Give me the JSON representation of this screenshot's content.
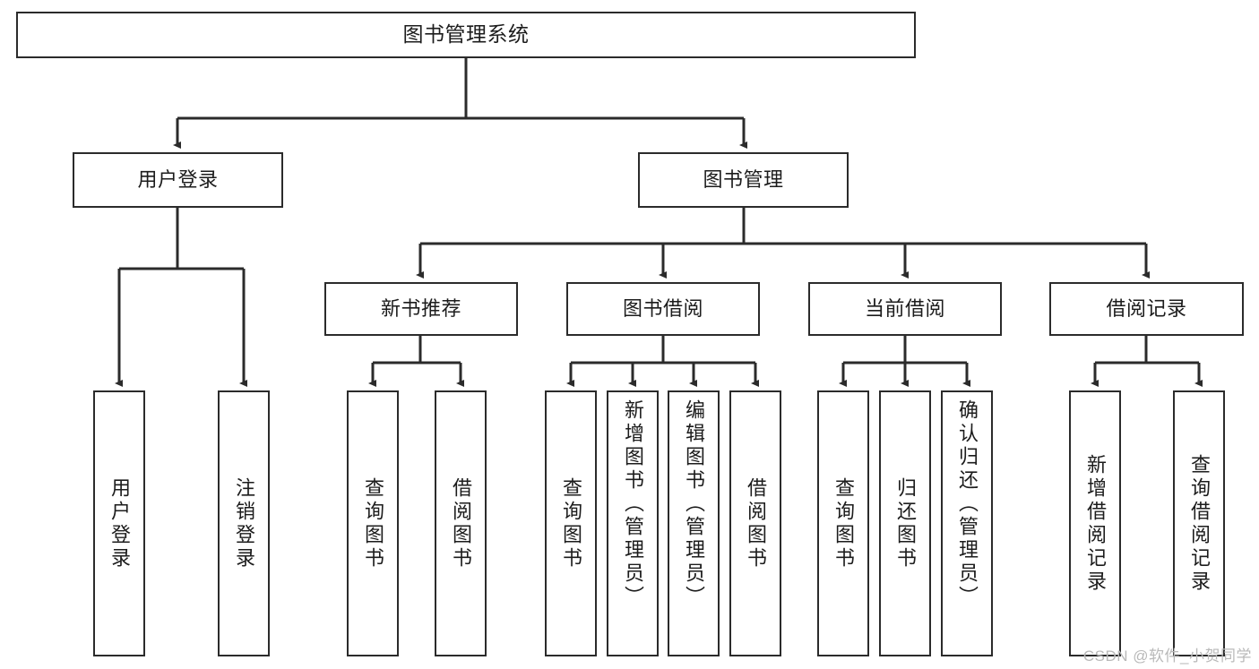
{
  "diagram": {
    "title": "图书管理系统",
    "type": "tree-hierarchy-diagram",
    "root": {
      "label": "图书管理系统"
    },
    "level2": [
      {
        "label": "用户登录"
      },
      {
        "label": "图书管理"
      }
    ],
    "level3": [
      {
        "label": "新书推荐"
      },
      {
        "label": "图书借阅"
      },
      {
        "label": "当前借阅"
      },
      {
        "label": "借阅记录"
      }
    ],
    "leaves": {
      "user_login": [
        {
          "label": "用户登录"
        },
        {
          "label": "注销登录"
        }
      ],
      "new_book_recommend": [
        {
          "label": "查询图书"
        },
        {
          "label": "借阅图书"
        }
      ],
      "book_borrow": [
        {
          "label": "查询图书"
        },
        {
          "label": "新增图书（管理员）"
        },
        {
          "label": "编辑图书（管理员）"
        },
        {
          "label": "借阅图书"
        }
      ],
      "current_borrow": [
        {
          "label": "查询图书"
        },
        {
          "label": "归还图书"
        },
        {
          "label": "确认归还（管理员）"
        }
      ],
      "borrow_record": [
        {
          "label": "新增借阅记录"
        },
        {
          "label": "查询借阅记录"
        }
      ]
    }
  },
  "watermark": {
    "text": "CSDN @软件_小贺同学"
  },
  "colors": {
    "border": "#2b2b2b",
    "text": "#1c1c1c",
    "background": "#ffffff",
    "watermark": "#b9b9b9"
  }
}
